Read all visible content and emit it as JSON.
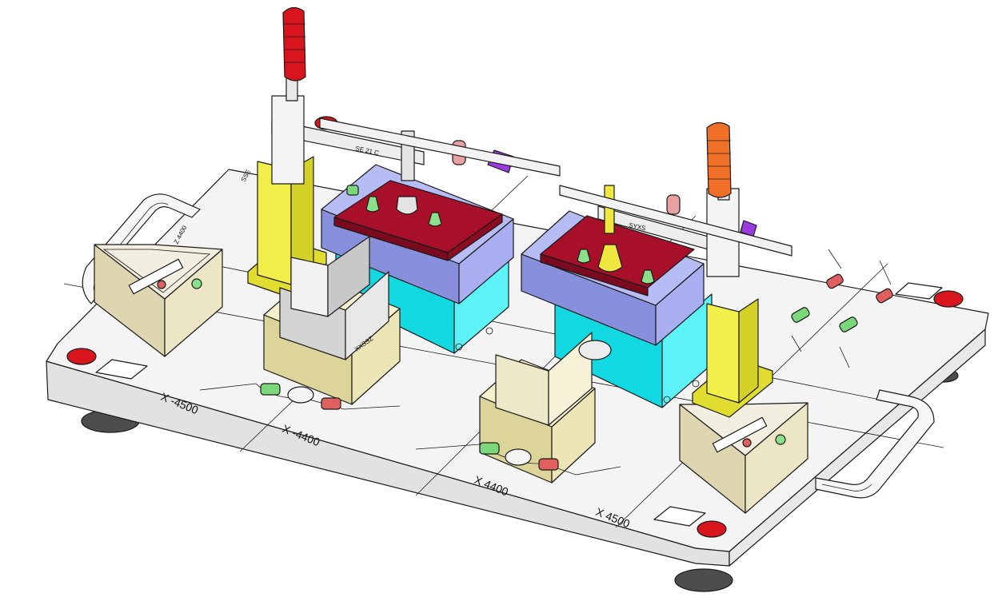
{
  "diagram": {
    "grid_labels": {
      "x_neg_4500": "X -4500",
      "x_neg_4400": "X -4400",
      "x_4400": "X 4400",
      "x_4500": "X 4500"
    },
    "small_text": {
      "clamp_arm_left": "SE 21 C",
      "clamp_arm_right": "SYXS",
      "side_mark_left": "Z 4400",
      "top_mark_left": "SSE",
      "block_mark": "XXSSZ"
    },
    "colors": {
      "base_plate": "#f4f4f4",
      "red_platform": "#a8102a",
      "blue_block": "#8f97e6",
      "cyan_base": "#16ecf4",
      "yellow_support": "#f2ef4a",
      "beige_block": "#ece6b6",
      "green_pin": "#8ce08c",
      "red_knob": "#d8141c",
      "orange_knob": "#f07028",
      "purple_part": "#9a3be0",
      "pink_pin": "#e8a0a0",
      "foot": "#5a5a5a"
    }
  }
}
